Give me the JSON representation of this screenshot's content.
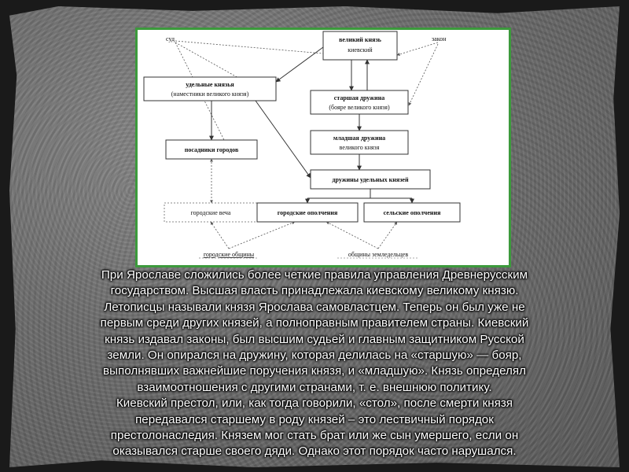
{
  "diagram": {
    "nodes": {
      "grand_prince_line1": "великий князь",
      "grand_prince_line2": "киевский",
      "court": "суд",
      "law": "закон",
      "appanage_line1": "удельные князья",
      "appanage_line2": "(наместники великого князя)",
      "senior_line1": "старшая дружина",
      "senior_line2": "(бояре великого князя)",
      "junior_line1": "младшая дружина",
      "junior_line2": "великого князя",
      "posadniki": "посадники городов",
      "appanage_druzhinas": "дружины удельных князей",
      "city_veche": "городские веча",
      "city_militia": "городские ополчения",
      "rural_militia": "сельские ополчения",
      "city_communities": "городские общины",
      "farmer_communities": "общины земледельцев"
    }
  },
  "text": {
    "lines": [
      "При Ярославе сложились более четкие правила управления Древнерусским",
      "государством. Высшая власть принадлежала киевскому великому князю.",
      "Летописцы называли князя Ярослава самовластцем. Теперь он был уже не",
      "первым среди других князей, а полноправным правителем страны. Киевский",
      "князь издавал законы, был высшим судьей и главным защитником Русской",
      "земли. Он опирался на дружину, которая делилась на «старшую» — бояр,",
      "выполнявших важнейшие поручения князя, и «младшую». Князь определял",
      "взаимоотношения с другими странами, т. е. внешнюю политику.",
      "Киевский престол, или, как тогда говорили, «стол», после смерти князя",
      "передавался старшему в роду князей – это лествичный порядок",
      "престолонаследия. Князем мог стать брат или же сын умершего, если он",
      "оказывался старше своего дяди. Однако этот порядок часто нарушался."
    ]
  }
}
